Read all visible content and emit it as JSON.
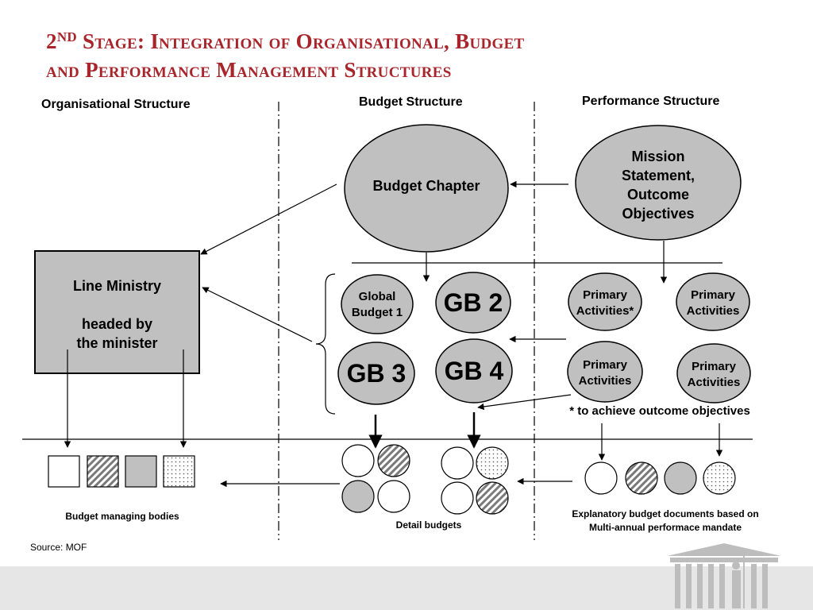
{
  "title": {
    "num": "2",
    "sup": "ND",
    "line1_rest": "Stage: Integration of Organisational, Budget",
    "line2": "and Performance Management Structures"
  },
  "columns": {
    "organisational": "Organisational Structure",
    "budget": "Budget Structure",
    "performance": "Performance Structure"
  },
  "nodes": {
    "budget_chapter": "Budget Chapter",
    "mission": "Mission Statement, Outcome Objectives",
    "line_ministry": {
      "line1": "Line Ministry",
      "line2": "headed by",
      "line3": "the minister"
    },
    "gb1": "Global Budget 1",
    "gb2": "GB 2",
    "gb3": "GB 3",
    "gb4": "GB 4",
    "primary_star": "Primary Activities*",
    "primary": "Primary Activities"
  },
  "notes": {
    "footnote": "* to achieve outcome objectives",
    "budget_managing_bodies": "Budget managing bodies",
    "detail_budgets": "Detail budgets",
    "explanatory_line1": "Explanatory budget documents based on",
    "explanatory_line2": "Multi-annual performace mandate",
    "source": "Source: MOF"
  },
  "colors": {
    "title": "#a8252b",
    "fill_gray": "#c0c0c0",
    "footer_band": "#e6e6e6"
  }
}
